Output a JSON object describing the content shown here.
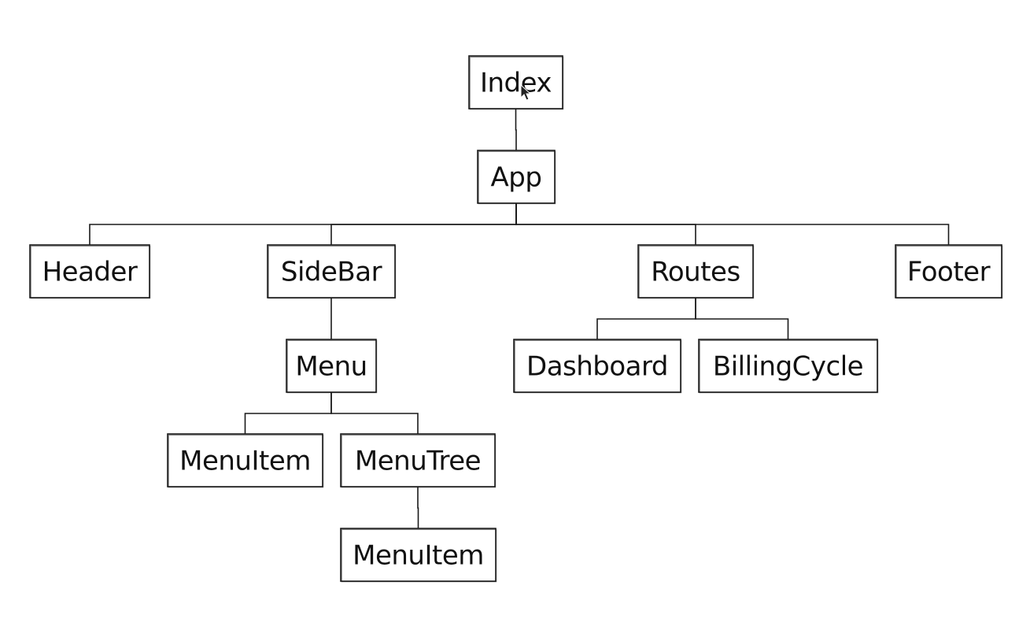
{
  "diagram": {
    "nodes": {
      "index": "Index",
      "app": "App",
      "header": "Header",
      "sidebar": "SideBar",
      "routes": "Routes",
      "footer": "Footer",
      "menu": "Menu",
      "dashboard": "Dashboard",
      "billing_cycle": "BillingCycle",
      "menu_item_1": "MenuItem",
      "menu_tree": "MenuTree",
      "menu_item_2": "MenuItem"
    },
    "edges": [
      [
        "index",
        "app"
      ],
      [
        "app",
        "header"
      ],
      [
        "app",
        "sidebar"
      ],
      [
        "app",
        "routes"
      ],
      [
        "app",
        "footer"
      ],
      [
        "sidebar",
        "menu"
      ],
      [
        "routes",
        "dashboard"
      ],
      [
        "routes",
        "billing_cycle"
      ],
      [
        "menu",
        "menu_item_1"
      ],
      [
        "menu",
        "menu_tree"
      ],
      [
        "menu_tree",
        "menu_item_2"
      ]
    ]
  }
}
